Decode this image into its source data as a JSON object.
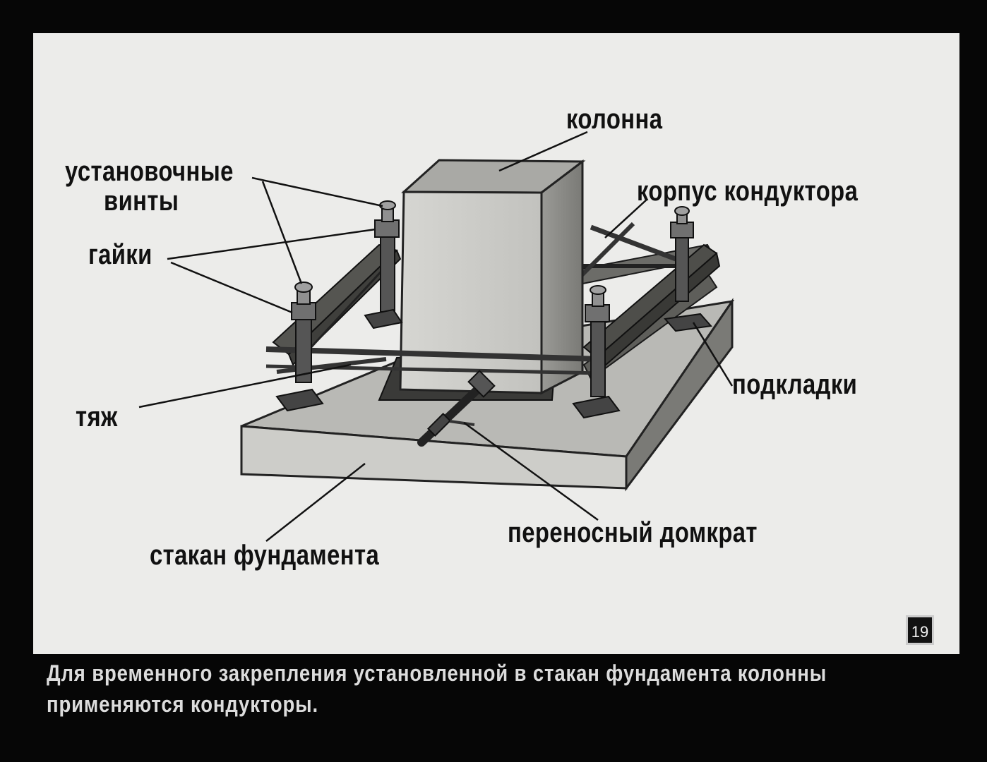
{
  "labels": {
    "kolonna": "колонна",
    "ustanovochnye": "установочные",
    "vinty": "винты",
    "korpus": "корпус кондуктора",
    "gaiki": "гайки",
    "podkladki": "подкладки",
    "tyazh": "тяж",
    "domkrat": "переносный домкрат",
    "stakan": "стакан фундамента"
  },
  "page_number": "19",
  "caption": {
    "line1": "Для временного закрепления установленной в стакан фундамента колонны",
    "line2": "применяются кондукторы."
  },
  "colors": {
    "background": "#060606",
    "slide": "#ececea",
    "ink": "#111111"
  }
}
